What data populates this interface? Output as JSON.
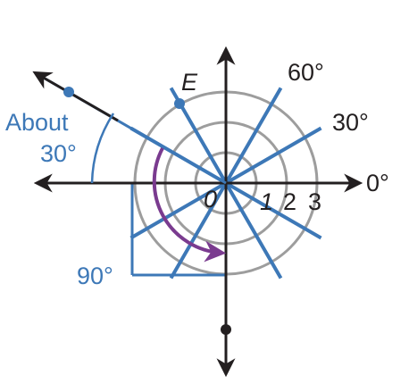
{
  "labels": {
    "point_e": "E",
    "angle_60": "60°",
    "angle_30": "30°",
    "angle_0": "0°",
    "about": "About",
    "about_value": "30°",
    "angle_90": "90°",
    "origin": "0",
    "ring_1": "1",
    "ring_2": "2",
    "ring_3": "3"
  },
  "rings": [
    1,
    2,
    3
  ],
  "spoke_angles_deg": [
    0,
    30,
    60,
    90,
    120,
    150
  ],
  "colors": {
    "axis": "#231f20",
    "ring": "#9d9d9d",
    "spoke": "#3d78b7",
    "arc": "#7a3b8f",
    "label_blue": "#3d78b7",
    "label_black": "#231f20"
  }
}
